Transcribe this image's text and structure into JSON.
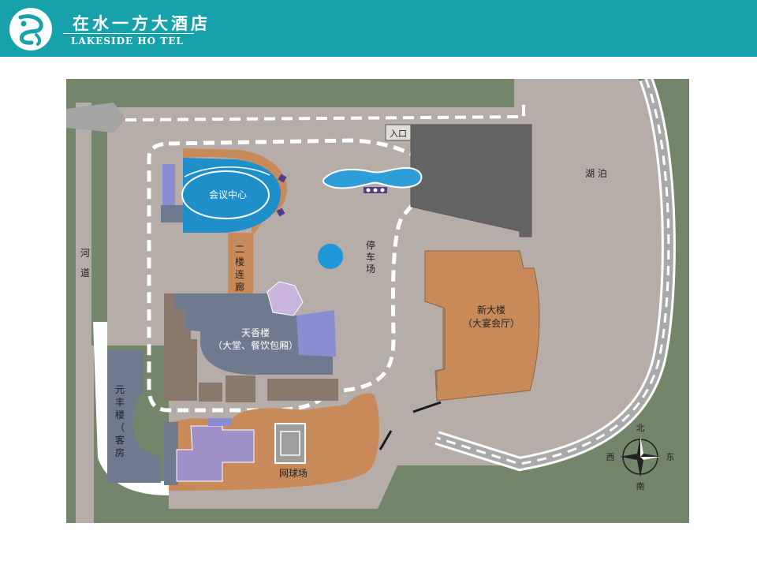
{
  "header": {
    "brand_cn": "在水一方大酒店",
    "brand_en": "LAKESIDE HO TEL",
    "color": "#17a2ab"
  },
  "icons": [
    "hotel-logo-icon",
    "compass-icon"
  ],
  "map": {
    "labels": {
      "entrance": "入口",
      "lake": "湖 泊",
      "conference_center": "会议中心",
      "parking_lot": "停车场",
      "corridor_2f": "二楼连廊",
      "river_road": "河道",
      "tianxiang_building_1": "天香楼",
      "tianxiang_building_2": "（大堂、餐饮包厢）",
      "new_building_1": "新大楼",
      "new_building_2": "（大宴会厅）",
      "yuanfeng_building": "元丰楼（客房）",
      "tennis_court": "网球场"
    },
    "compass": {
      "north": "北",
      "south": "南",
      "east": "东",
      "west": "西"
    },
    "colors": {
      "grass": "#74866a",
      "ground": "#b6aca8",
      "road_dash": "#ffffff",
      "conference": "#1f8fc9",
      "tianxiang": "#707a8e",
      "lavender": "#a090c8",
      "brown_block": "#88796b",
      "new_building": "#c98a59",
      "dark_block": "#646464",
      "pool": "#2e9ed8",
      "yuanfeng": "#6f7a8e"
    }
  }
}
